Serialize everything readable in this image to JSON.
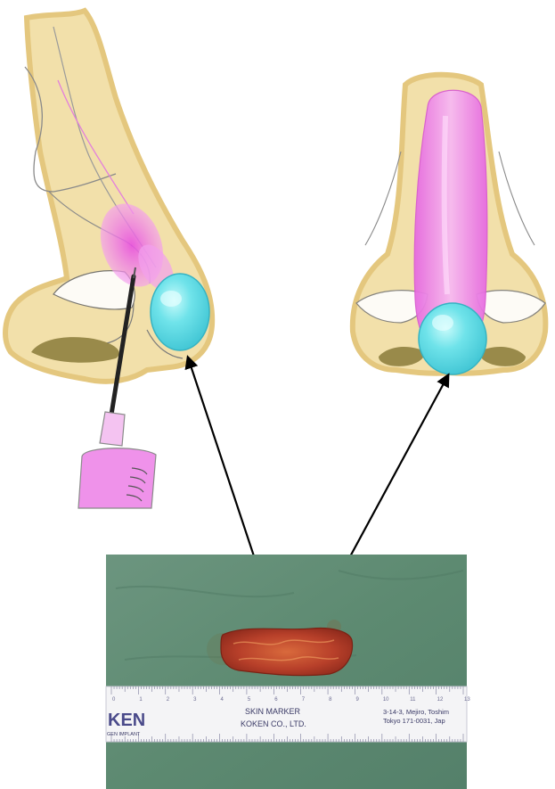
{
  "figure": {
    "panels": [
      {
        "id": "lateral-view",
        "depicts": "nose-lateral-view"
      },
      {
        "id": "frontal-view",
        "depicts": "nose-frontal-view"
      },
      {
        "id": "photo",
        "depicts": "harvested-tissue-graft-on-green-drape"
      }
    ],
    "colors": {
      "skin": "#f2dfa6",
      "skin_shadow": "#e3c578",
      "outline": "#8a8a8a",
      "filler_pink": "#ee7fe6",
      "graft_cyan": "#6fe3ea",
      "nostril": "#8a7a3a",
      "drape_green": "#5f8a73",
      "tissue_red": "#b8402a",
      "arrow": "#000000"
    }
  },
  "ruler": {
    "brand": "KEN",
    "brand_sub": "GEN IMPLANT",
    "product": "SKIN MARKER",
    "company": "KOKEN CO., LTD.",
    "address_line1": "3-14-3, Mejiro, Toshim",
    "address_line2": "Tokyo 171-0031, Jap",
    "scale_marks": [
      "0",
      "1",
      "2",
      "3",
      "4",
      "5",
      "6",
      "7",
      "8",
      "9",
      "10",
      "11",
      "12",
      "13"
    ]
  }
}
